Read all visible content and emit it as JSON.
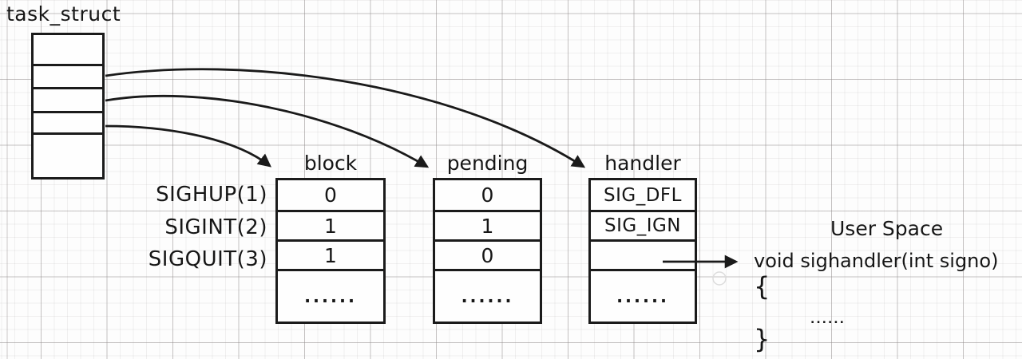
{
  "colors": {
    "ink": "#1a1a1a",
    "paper": "#fdfdfd",
    "grid_major": "#c3bfbf",
    "grid_minor": "#ecebeb"
  },
  "task_struct": {
    "title": "task_struct"
  },
  "signal_rows": [
    "SIGHUP(1)",
    "SIGINT(2)",
    "SIGQUIT(3)"
  ],
  "tables": [
    {
      "header": "block",
      "values": [
        "0",
        "1",
        "1",
        "......"
      ]
    },
    {
      "header": "pending",
      "values": [
        "0",
        "1",
        "0",
        "......"
      ]
    },
    {
      "header": "handler",
      "values": [
        "SIG_DFL",
        "SIG_IGN",
        "",
        "......"
      ]
    }
  ],
  "user_space": {
    "title": "User Space",
    "signature": "void sighandler(int signo)",
    "brace_open": "{",
    "body_dots": "......",
    "brace_close": "}"
  }
}
